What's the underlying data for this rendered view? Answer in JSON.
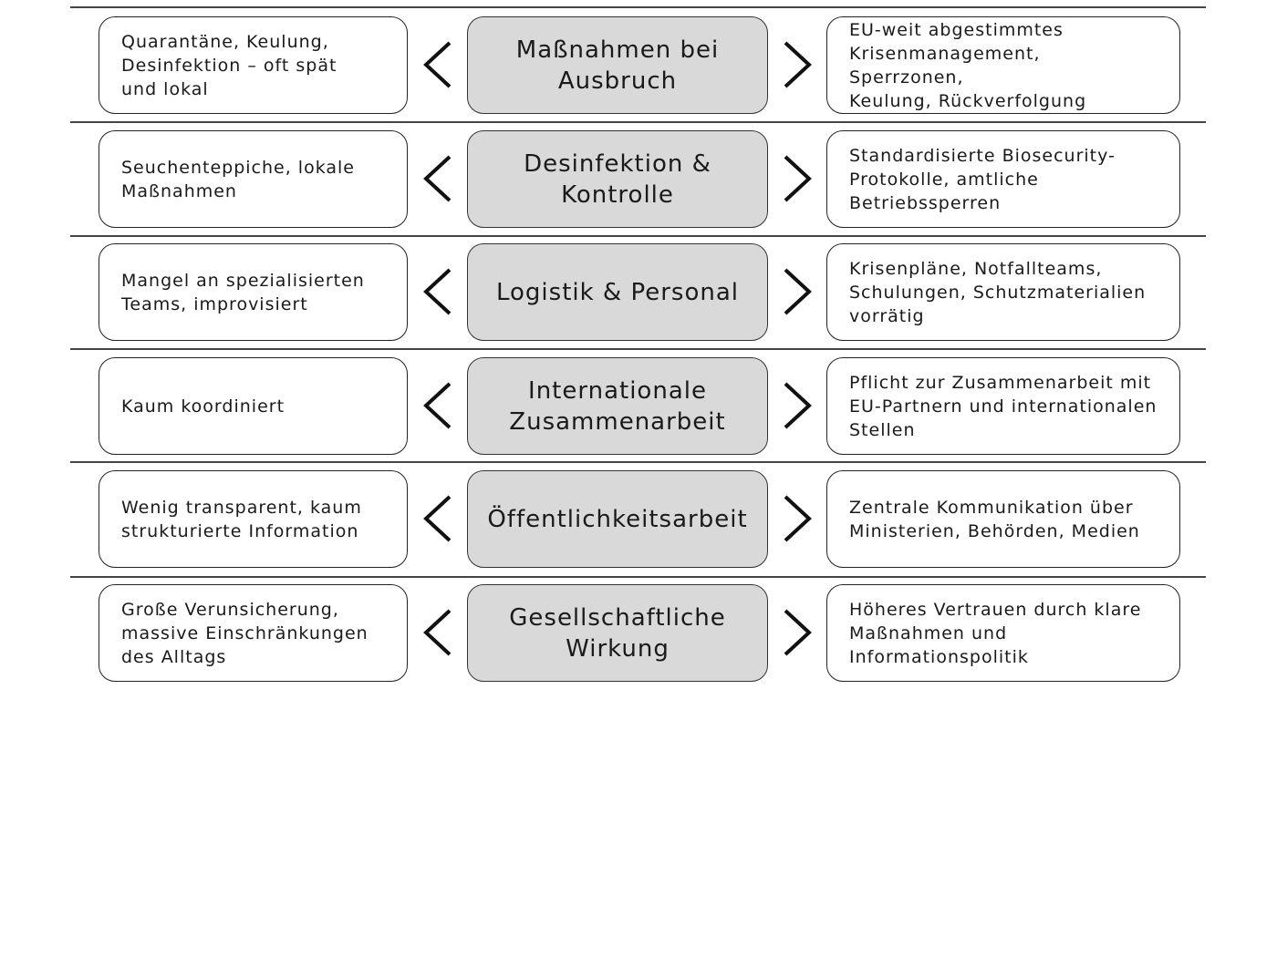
{
  "rows": [
    {
      "left": "Quarantäne, Keulung,\nDesinfektion – oft spät\nund lokal",
      "center": "Maßnahmen bei\nAusbruch",
      "right": "EU-weit abgestimmtes\nKrisenmanagement, Sperrzonen,\nKeulung, Rückverfolgung"
    },
    {
      "left": "Seuchenteppiche, lokale\nMaßnahmen",
      "center": "Desinfektion &\nKontrolle",
      "right": "Standardisierte Biosecurity-\nProtokolle, amtliche\nBetriebssperren"
    },
    {
      "left": "Mangel an spezialisierten\nTeams, improvisiert",
      "center": "Logistik & Personal",
      "right": "Krisenpläne, Notfallteams,\nSchulungen, Schutzmaterialien\nvorrätig"
    },
    {
      "left": "Kaum koordiniert",
      "center": "Internationale\nZusammenarbeit",
      "right": "Pflicht zur Zusammenarbeit mit\nEU-Partnern und internationalen\nStellen"
    },
    {
      "left": "Wenig transparent, kaum\nstrukturierte Information",
      "center": "Öffentlichkeitsarbeit",
      "right": "Zentrale Kommunikation über\nMinisterien, Behörden, Medien"
    },
    {
      "left": "Große Verunsicherung,\nmassive Einschränkungen\ndes Alltags",
      "center": "Gesellschaftliche\nWirkung",
      "right": "Höheres Vertrauen durch klare\nMaßnahmen und\nInformationspolitik"
    }
  ],
  "icons": {
    "left_arrow": "chevron-left-icon",
    "right_arrow": "chevron-right-icon"
  },
  "colors": {
    "center_fill": "#d9d9d9",
    "border": "#222222",
    "divider": "#444444"
  }
}
